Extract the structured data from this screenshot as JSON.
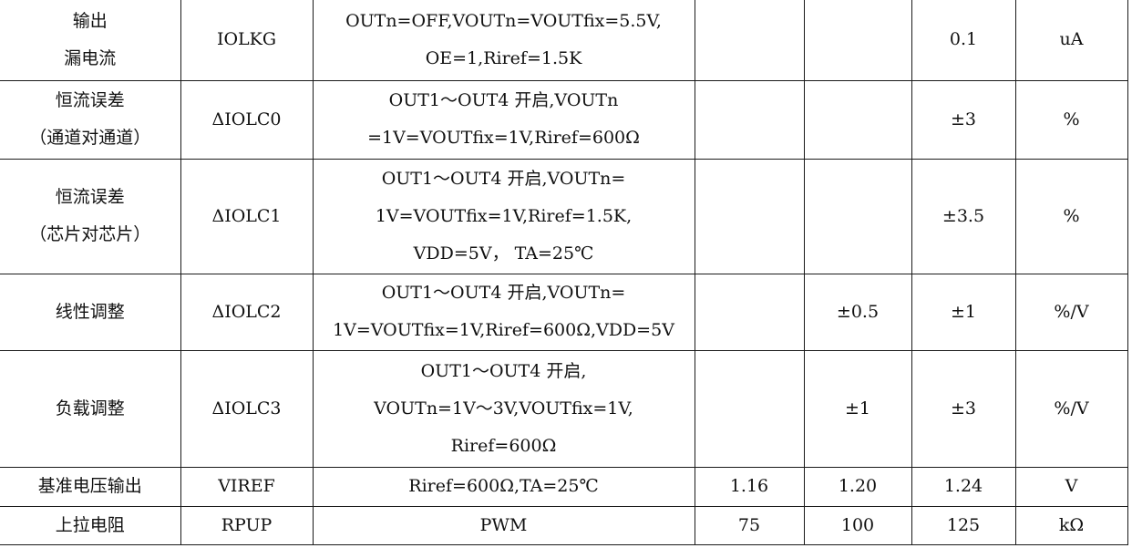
{
  "table": {
    "rows": [
      {
        "name_lines": [
          "输出",
          "漏电流"
        ],
        "symbol": "IOLKG",
        "condition_lines": [
          "OUTn=OFF,VOUTn=VOUTfix=5.5V,",
          "OE=1,Riref=1.5K"
        ],
        "min": "",
        "typ": "",
        "max": "0.1",
        "unit": "uA"
      },
      {
        "name_lines": [
          "恒流误差",
          "（通道对通道）"
        ],
        "symbol": "ΔIOLC0",
        "condition_lines": [
          "OUT1～OUT4 开启,VOUTn",
          "=1V=VOUTfix=1V,Riref=600Ω"
        ],
        "min": "",
        "typ": "",
        "max": "±3",
        "unit": "%"
      },
      {
        "name_lines": [
          "恒流误差",
          "（芯片对芯片）"
        ],
        "symbol": "ΔIOLC1",
        "condition_lines": [
          "OUT1～OUT4 开启,VOUTn=",
          "1V=VOUTfix=1V,Riref=1.5K,",
          "VDD=5V， TA=25℃"
        ],
        "min": "",
        "typ": "",
        "max": "±3.5",
        "unit": "%"
      },
      {
        "name_lines": [
          "线性调整"
        ],
        "symbol": "ΔIOLC2",
        "condition_lines": [
          "OUT1～OUT4 开启,VOUTn=",
          "1V=VOUTfix=1V,Riref=600Ω,VDD=5V"
        ],
        "min": "",
        "typ": "±0.5",
        "max": "±1",
        "unit": "%/V"
      },
      {
        "name_lines": [
          "负载调整"
        ],
        "symbol": "ΔIOLC3",
        "condition_lines": [
          "OUT1～OUT4 开启,",
          "VOUTn=1V～3V,VOUTfix=1V,",
          "Riref=600Ω"
        ],
        "min": "",
        "typ": "±1",
        "max": "±3",
        "unit": "%/V"
      },
      {
        "name_lines": [
          "基准电压输出"
        ],
        "symbol": "VIREF",
        "condition_lines": [
          "Riref=600Ω,TA=25℃"
        ],
        "min": "1.16",
        "typ": "1.20",
        "max": "1.24",
        "unit": "V"
      },
      {
        "name_lines": [
          "上拉电阻"
        ],
        "symbol": "RPUP",
        "condition_lines": [
          "PWM"
        ],
        "min": "75",
        "typ": "100",
        "max": "125",
        "unit": "kΩ"
      }
    ]
  }
}
